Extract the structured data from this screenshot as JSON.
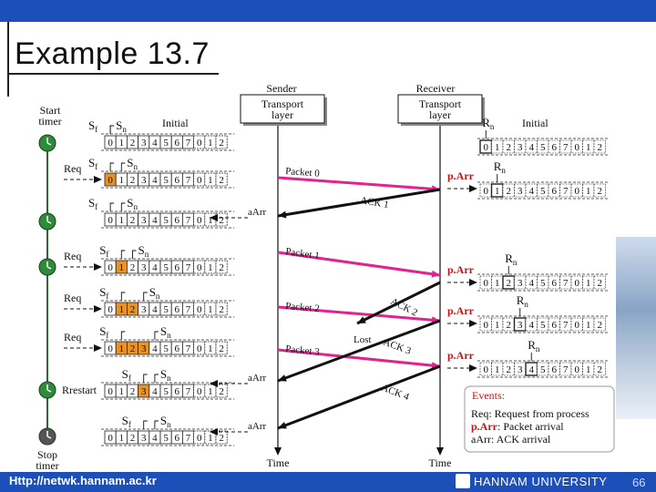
{
  "slide": {
    "title": "Example 13.7",
    "footer_url": "Http://netwk.hannam.ac.kr",
    "footer_university": "HANNAM UNIVERSITY",
    "page_number": "66"
  },
  "diagram": {
    "sender_label": "Sender",
    "receiver_label": "Receiver",
    "transport_label_1": "Transport",
    "transport_label_2": "layer",
    "time_label": "Time",
    "initial_label": "Initial",
    "sf_label": "S",
    "sf_sub": "f",
    "sn_label": "S",
    "sn_sub": "n",
    "rn_label": "R",
    "rn_sub": "n",
    "start_timer_1": "Start",
    "start_timer_2": "timer",
    "stop_timer_1": "Stop",
    "stop_timer_2": "timer",
    "req_label": "Req",
    "restart_label": "Rrestart",
    "aarr_label": "aArr",
    "parr_label": "p.Arr",
    "lost_label": "Lost",
    "sequence": [
      "0",
      "1",
      "2",
      "3",
      "4",
      "5",
      "6",
      "7",
      "0",
      "1",
      "2"
    ],
    "sender_windows": [
      {
        "row": 0,
        "highlight": []
      },
      {
        "row": 1,
        "highlight": [
          0
        ]
      },
      {
        "row": 2,
        "highlight": []
      },
      {
        "row": 3,
        "highlight": [
          1
        ]
      },
      {
        "row": 4,
        "highlight": [
          1,
          2
        ]
      },
      {
        "row": 5,
        "highlight": [
          1,
          2,
          3
        ]
      },
      {
        "row": 6,
        "highlight": [
          3
        ]
      },
      {
        "row": 7,
        "highlight": []
      }
    ],
    "receiver_windows": [
      {
        "rn": 0
      },
      {
        "rn": 1
      },
      {
        "rn": 2
      },
      {
        "rn": 3
      },
      {
        "rn": 4
      }
    ],
    "packets": [
      "Packet 0",
      "Packet 1",
      "Packet 2",
      "Packet 3"
    ],
    "acks": [
      "ACK 1",
      "ACK 2",
      "ACK 3",
      "ACK 4"
    ],
    "events_title": "Events:",
    "events": [
      {
        "key": "Req",
        "text": ": Request from process"
      },
      {
        "key": "p.Arr",
        "text": ": Packet arrival"
      },
      {
        "key": "aArr",
        "text": ": ACK arrival"
      }
    ],
    "colors": {
      "packet_arrow": "#e0238f",
      "highlight": "#e8922a",
      "event_red": "#cc1111",
      "timer_green": "#2e8b3a"
    }
  }
}
